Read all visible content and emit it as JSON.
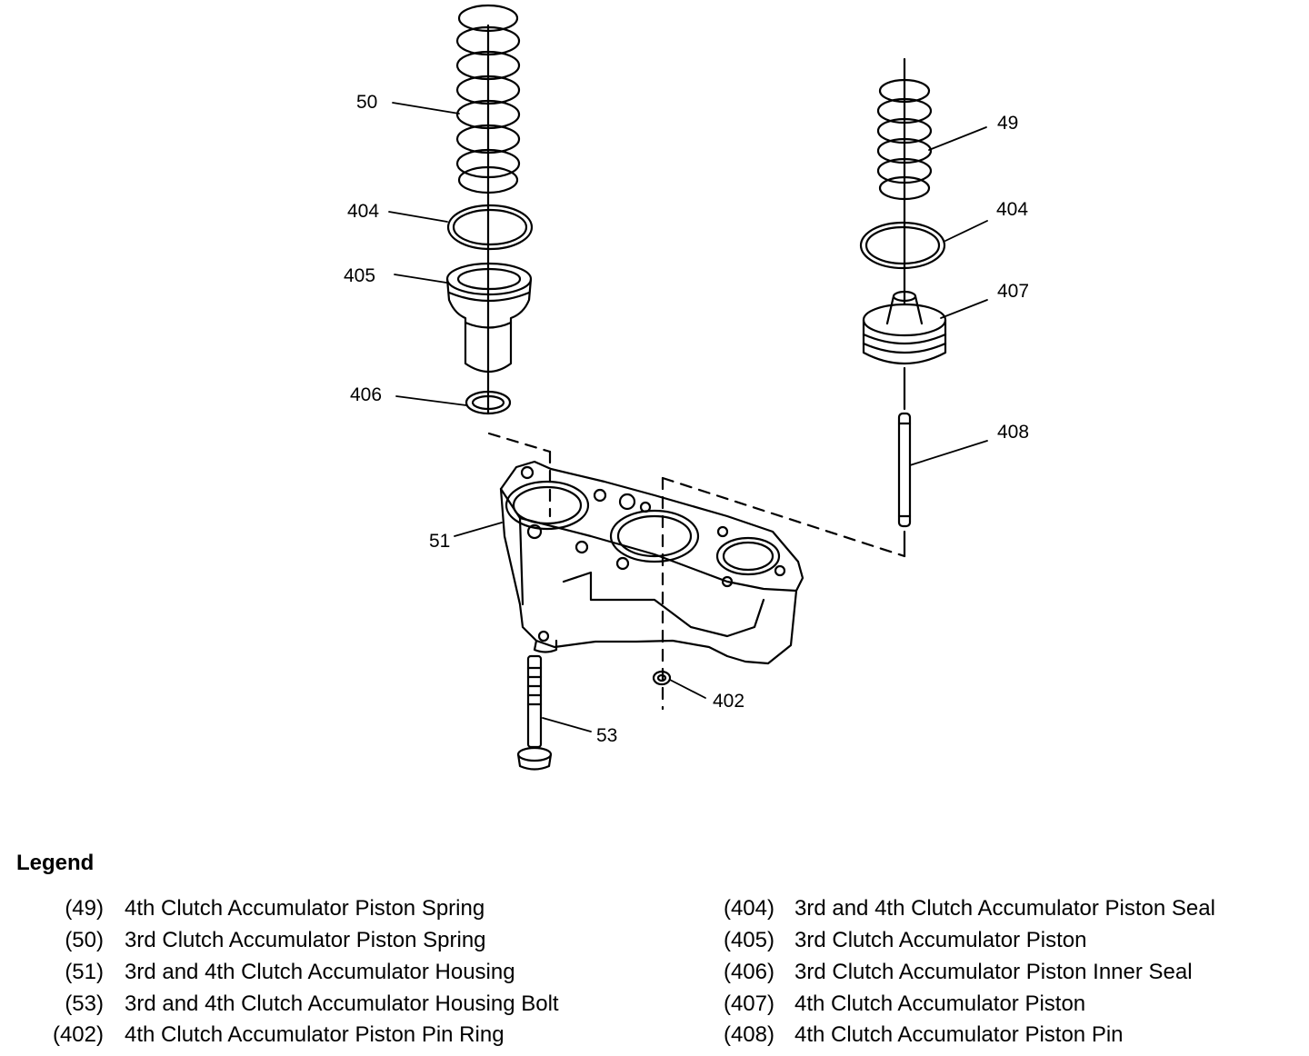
{
  "callouts": {
    "c50": "50",
    "c404a": "404",
    "c405": "405",
    "c406": "406",
    "c49": "49",
    "c404b": "404",
    "c407": "407",
    "c408": "408",
    "c51": "51",
    "c402": "402",
    "c53": "53"
  },
  "legend": {
    "title": "Legend",
    "left": [
      {
        "num": "(49)",
        "text": "4th Clutch Accumulator Piston Spring"
      },
      {
        "num": "(50)",
        "text": "3rd Clutch Accumulator Piston Spring"
      },
      {
        "num": "(51)",
        "text": "3rd and 4th Clutch Accumulator Housing"
      },
      {
        "num": "(53)",
        "text": "3rd and 4th Clutch Accumulator Housing Bolt"
      },
      {
        "num": "(402)",
        "text": "4th Clutch Accumulator Piston Pin Ring"
      }
    ],
    "right": [
      {
        "num": "(404)",
        "text": "3rd and 4th Clutch Accumulator Piston Seal"
      },
      {
        "num": "(405)",
        "text": "3rd Clutch Accumulator Piston"
      },
      {
        "num": "(406)",
        "text": "3rd Clutch Accumulator Piston Inner Seal"
      },
      {
        "num": "(407)",
        "text": "4th Clutch Accumulator Piston"
      },
      {
        "num": "(408)",
        "text": "4th Clutch Accumulator Piston Pin"
      }
    ]
  }
}
